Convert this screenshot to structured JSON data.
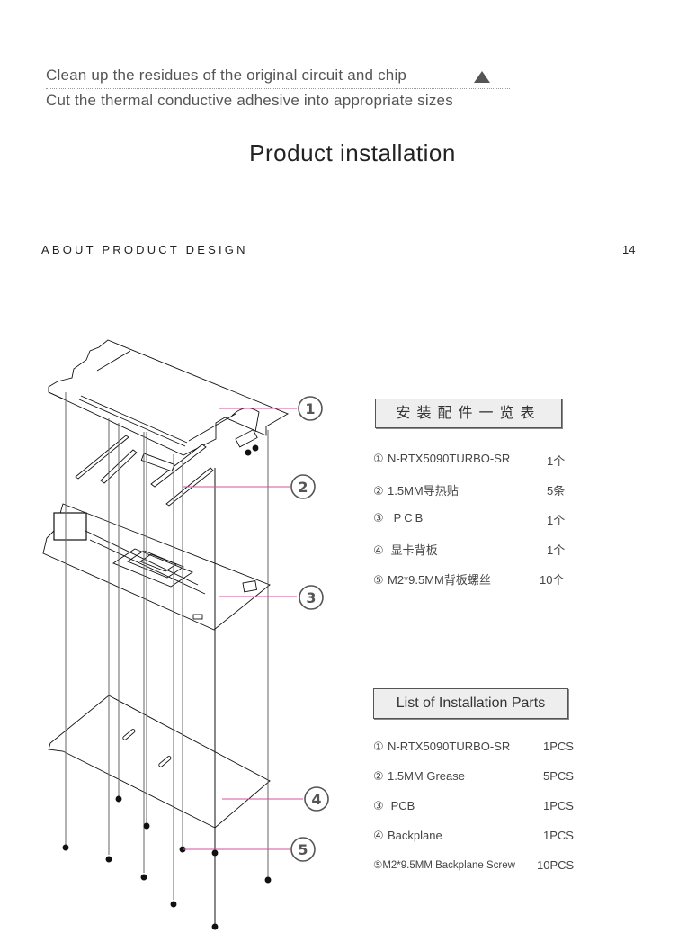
{
  "steps": [
    "Clean up the residues of the original circuit and chip",
    "Cut the thermal conductive adhesive into appropriate sizes"
  ],
  "step_marker_icon": "triangle-up-icon",
  "title": "Product installation",
  "section_label": "ABOUT PRODUCT DESIGN",
  "page_number": "14",
  "diagram": {
    "callouts": [
      "①",
      "②",
      "③",
      "④",
      "⑤"
    ],
    "callout_color": "#d4509a"
  },
  "parts_cn": {
    "header": "安装配件一览表",
    "items": [
      {
        "num": "①",
        "name": "N-RTX5090TURBO-SR",
        "qty": "1个"
      },
      {
        "num": "②",
        "name": "1.5MM导热贴",
        "qty": "5条"
      },
      {
        "num": "③",
        "name": " PCB",
        "qty": "1个"
      },
      {
        "num": "④",
        "name": " 显卡背板",
        "qty": "1个"
      },
      {
        "num": "⑤",
        "name": "M2*9.5MM背板螺丝",
        "qty": "10个"
      }
    ]
  },
  "parts_en": {
    "header": "List of Installation Parts",
    "items": [
      {
        "num": "①",
        "name": "N-RTX5090TURBO-SR",
        "qty": "1PCS"
      },
      {
        "num": "②",
        "name": "1.5MM Grease",
        "qty": "5PCS"
      },
      {
        "num": "③",
        "name": " PCB",
        "qty": "1PCS"
      },
      {
        "num": "④",
        "name": "Backplane",
        "qty": "1PCS"
      },
      {
        "num": "⑤",
        "name": "M2*9.5MM Backplane Screw",
        "qty": "10PCS"
      }
    ]
  }
}
